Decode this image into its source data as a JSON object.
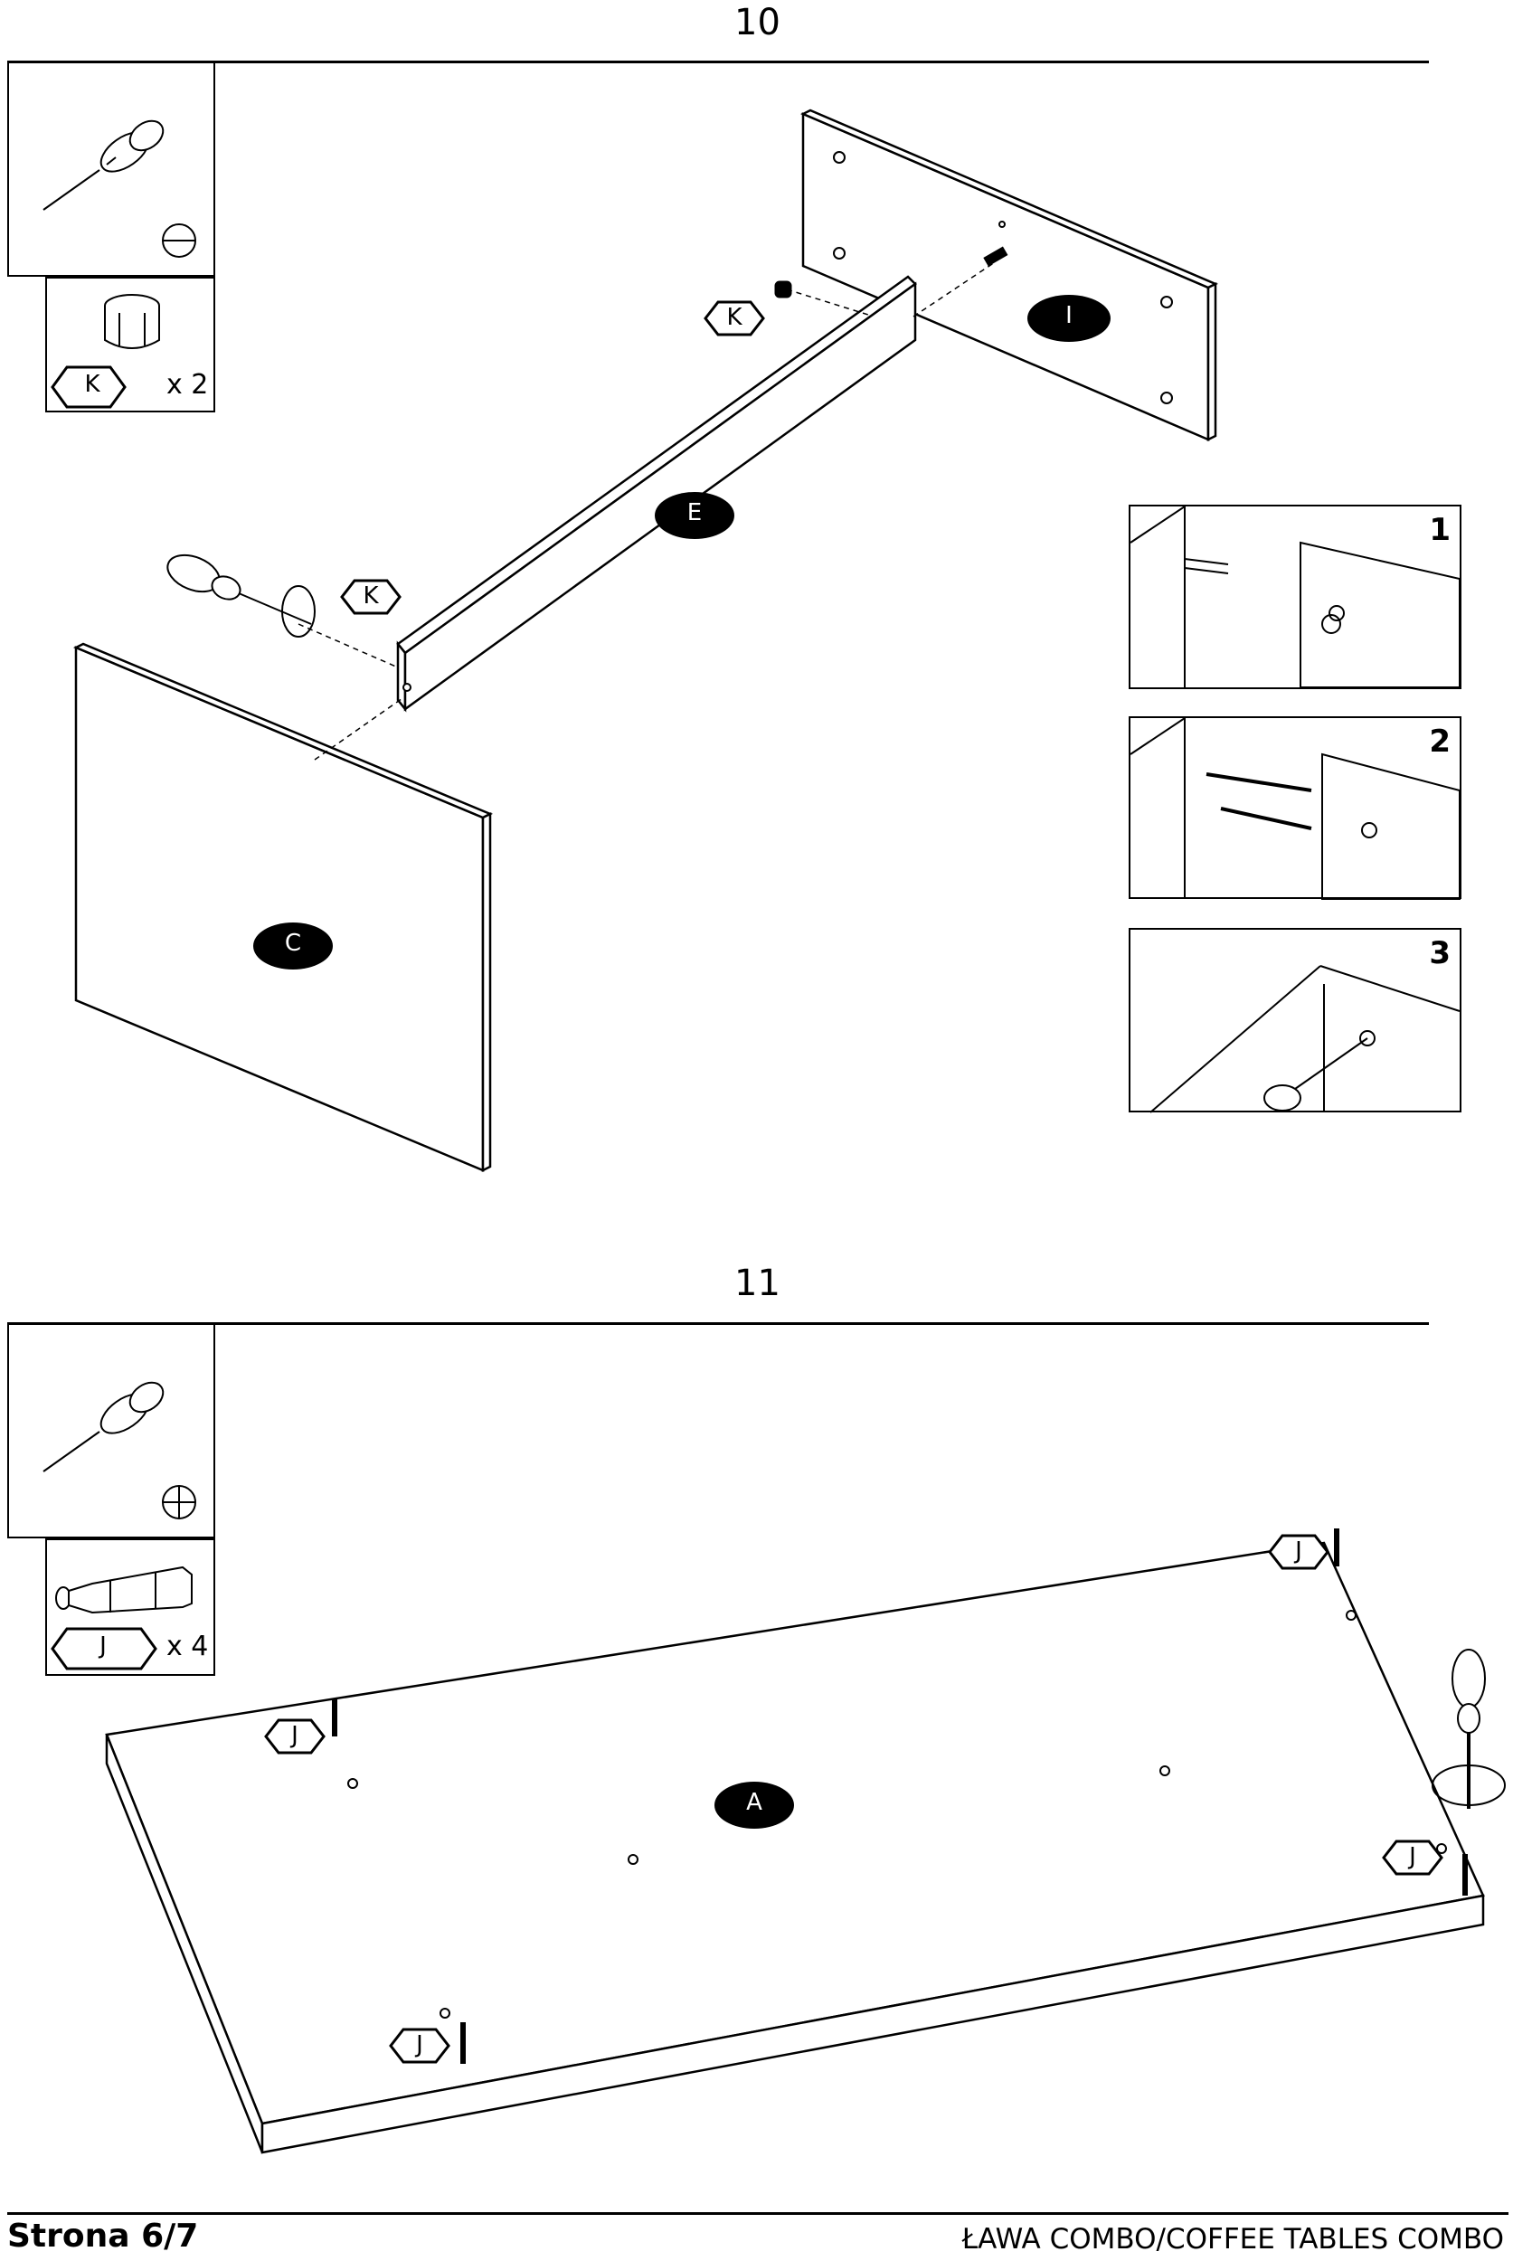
{
  "steps": [
    {
      "number": "10",
      "tool_icon": "flat-screwdriver-icon",
      "parts": [
        {
          "label": "K",
          "quantity": "x 2",
          "icon": "cam-lock-icon"
        }
      ],
      "panels": [
        "I",
        "E",
        "C"
      ],
      "callouts": [
        "K",
        "K"
      ],
      "detail_steps": [
        "1",
        "2",
        "3"
      ]
    },
    {
      "number": "11",
      "tool_icon": "phillips-screwdriver-icon",
      "parts": [
        {
          "label": "J",
          "quantity": "x 4",
          "icon": "cam-bolt-icon"
        }
      ],
      "panels": [
        "A"
      ],
      "callouts": [
        "J",
        "J",
        "J",
        "J"
      ]
    }
  ],
  "footer": {
    "page": "Strona 6/7",
    "product": "ŁAWA COMBO/COFFEE TABLES COMBO"
  }
}
